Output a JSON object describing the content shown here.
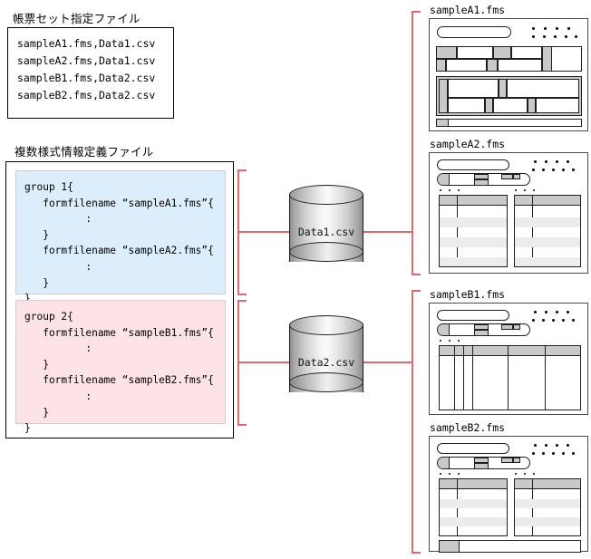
{
  "diagram": {
    "type": "form-set-mapping-diagram",
    "accent_color": "#e2696b",
    "group1_color": "#dceefc",
    "group2_color": "#fde3e5"
  },
  "form_set_file": {
    "caption": "帳票セット指定ファイル",
    "lines": [
      "sampleA1.fms,Data1.csv",
      "sampleA2.fms,Data1.csv",
      "sampleB1.fms,Data2.csv",
      "sampleB2.fms,Data2.csv"
    ]
  },
  "multi_form_definition_file": {
    "caption": "複数様式情報定義ファイル",
    "groups": [
      {
        "name": "group-1",
        "color": "#dceefc",
        "code": "group 1{\n   formfilename “sampleA1.fms”{\n          :\n   }\n   formfilename “sampleA2.fms”{\n          :\n   }\n}"
      },
      {
        "name": "group-2",
        "color": "#fde3e5",
        "code": "group 2{\n   formfilename “sampleB1.fms”{\n          :\n   }\n   formfilename “sampleB2.fms”{\n          :\n   }\n}"
      }
    ]
  },
  "data_sources": [
    {
      "name": "data1",
      "label": "Data1.csv"
    },
    {
      "name": "data2",
      "label": "Data2.csv"
    }
  ],
  "form_previews": [
    {
      "name": "sampleA1",
      "title": "sampleA1.fms",
      "layout": "blocks"
    },
    {
      "name": "sampleA2",
      "title": "sampleA2.fms",
      "layout": "two-tables"
    },
    {
      "name": "sampleB1",
      "title": "sampleB1.fms",
      "layout": "wide-table"
    },
    {
      "name": "sampleB2",
      "title": "sampleB2.fms",
      "layout": "two-tables-footer"
    }
  ]
}
